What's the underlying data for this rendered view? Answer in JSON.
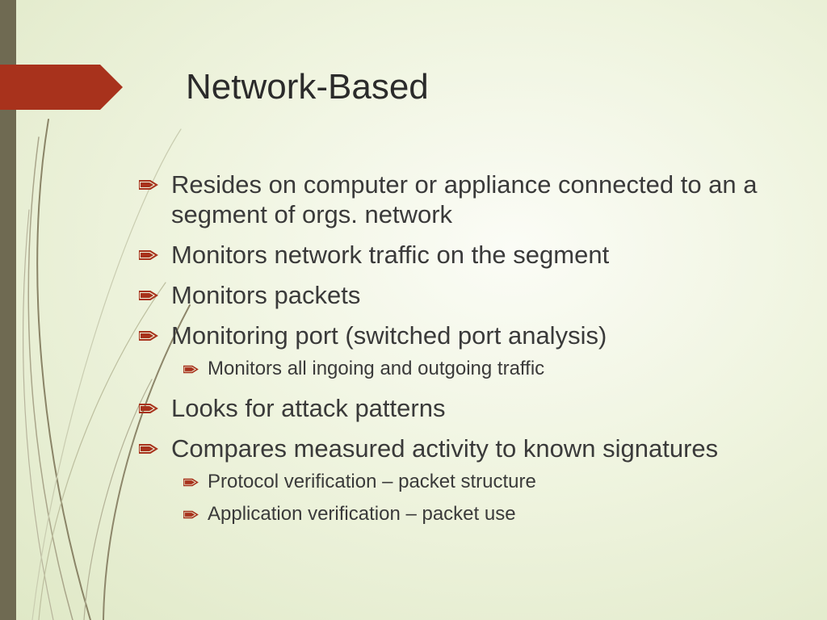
{
  "slide": {
    "title": "Network-Based",
    "bullets": [
      {
        "level": 1,
        "text": "Resides on computer or appliance connected to an a segment of orgs. network"
      },
      {
        "level": 1,
        "text": "Monitors network traffic on the segment"
      },
      {
        "level": 1,
        "text": "Monitors packets"
      },
      {
        "level": 1,
        "text": "Monitoring port (switched port analysis)"
      },
      {
        "level": 2,
        "text": "Monitors all ingoing and outgoing traffic"
      },
      {
        "level": 1,
        "text": "Looks for attack patterns"
      },
      {
        "level": 1,
        "text": "Compares measured activity to known signatures"
      },
      {
        "level": 2,
        "text": "Protocol verification – packet structure"
      },
      {
        "level": 2,
        "text": "Application verification – packet use"
      }
    ]
  },
  "colors": {
    "accent": "#a8321c",
    "left_bar": "#6f6a52",
    "title_text": "#2b2b2b",
    "body_text": "#3a3a3a"
  },
  "icons": {
    "bullet": "arrow-bullet-icon"
  }
}
